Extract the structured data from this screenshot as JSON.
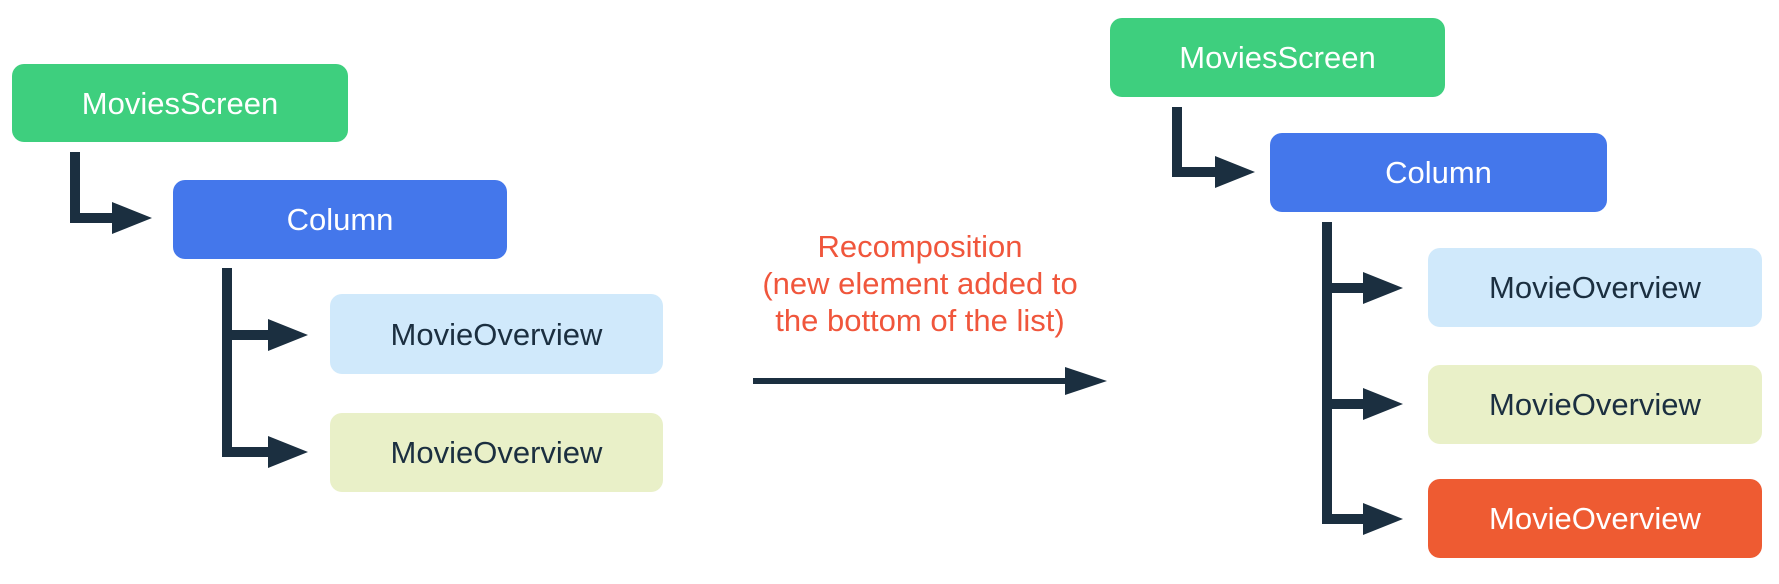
{
  "palette": {
    "background": "#FFFFFF",
    "node_green": "#3ECF7E",
    "node_blue": "#4477EB",
    "node_light_blue": "#D0E9FB",
    "node_pale_green": "#E9F0C8",
    "node_orange": "#EE5B32",
    "line_dark": "#1B2F40",
    "caption_orange": "#F0563C",
    "text_light": "#FFFFFF"
  },
  "left_tree": {
    "root": {
      "label": "MoviesScreen",
      "color_key": "node_green"
    },
    "column": {
      "label": "Column",
      "color_key": "node_blue"
    },
    "children": [
      {
        "label": "MovieOverview",
        "color_key": "node_light_blue"
      },
      {
        "label": "MovieOverview",
        "color_key": "node_pale_green"
      }
    ]
  },
  "transition": {
    "caption_line1": "Recomposition",
    "caption_line2": "(new element added to",
    "caption_line3": "the bottom of the list)",
    "arrow_icon": "right-arrow"
  },
  "right_tree": {
    "root": {
      "label": "MoviesScreen",
      "color_key": "node_green"
    },
    "column": {
      "label": "Column",
      "color_key": "node_blue"
    },
    "children": [
      {
        "label": "MovieOverview",
        "color_key": "node_light_blue"
      },
      {
        "label": "MovieOverview",
        "color_key": "node_pale_green"
      },
      {
        "label": "MovieOverview",
        "color_key": "node_orange",
        "highlight": true
      }
    ]
  }
}
